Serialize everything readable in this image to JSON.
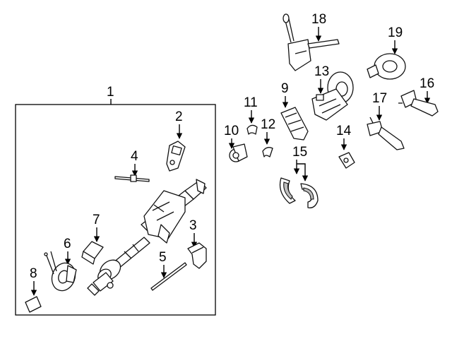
{
  "callouts": {
    "c1": "1",
    "c2": "2",
    "c3": "3",
    "c4": "4",
    "c5": "5",
    "c6": "6",
    "c7": "7",
    "c8": "8",
    "c9": "9",
    "c10": "10",
    "c11": "11",
    "c12": "12",
    "c13": "13",
    "c14": "14",
    "c15": "15",
    "c16": "16",
    "c17": "17",
    "c18": "18",
    "c19": "19"
  },
  "colors": {
    "ink": "#111111",
    "shade": "#bdbdbd",
    "background": "#ffffff"
  }
}
